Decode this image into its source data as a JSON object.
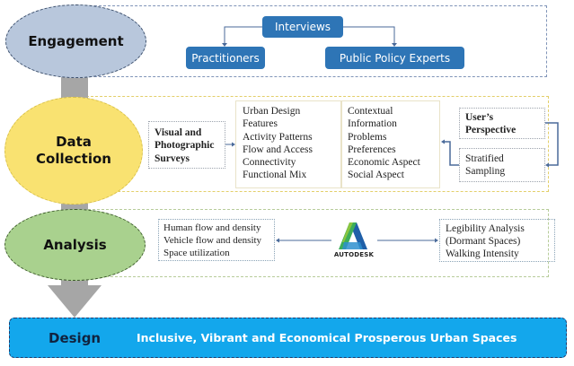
{
  "stages": {
    "engagement": {
      "label": "Engagement",
      "color": "#b8c7dc"
    },
    "data_collection": {
      "label": "Data\nCollection",
      "line1": "Data",
      "line2": "Collection",
      "color": "#f9e271"
    },
    "analysis": {
      "label": "Analysis",
      "color": "#a9d18e"
    },
    "design": {
      "label": "Design",
      "description": "Inclusive, Vibrant and Economical Prosperous Urban Spaces",
      "color": "#13a7ec"
    }
  },
  "engagement": {
    "root": "Interviews",
    "children": [
      "Practitioners",
      "Public Policy Experts"
    ],
    "box_color": "#2e75b6"
  },
  "data_collection": {
    "survey_box": [
      "Visual and",
      "Photographic",
      "Surveys"
    ],
    "survey_items": [
      "Urban Design",
      "Features",
      "Activity Patterns",
      "Flow and Access",
      "Connectivity",
      "Functional Mix"
    ],
    "context_items": [
      "Contextual",
      "Information",
      "Problems",
      "Preferences",
      "Economic Aspect",
      "Social Aspect"
    ],
    "users_box": [
      "User’s",
      "Perspective"
    ],
    "sampling_box": [
      "Stratified",
      "Sampling"
    ]
  },
  "analysis": {
    "left_items": [
      "Human flow and density",
      "Vehicle flow and density",
      "Space utilization"
    ],
    "tool": "AUTODESK",
    "right_items": [
      "Legibility Analysis",
      "(Dormant Spaces)",
      "Walking Intensity"
    ]
  }
}
